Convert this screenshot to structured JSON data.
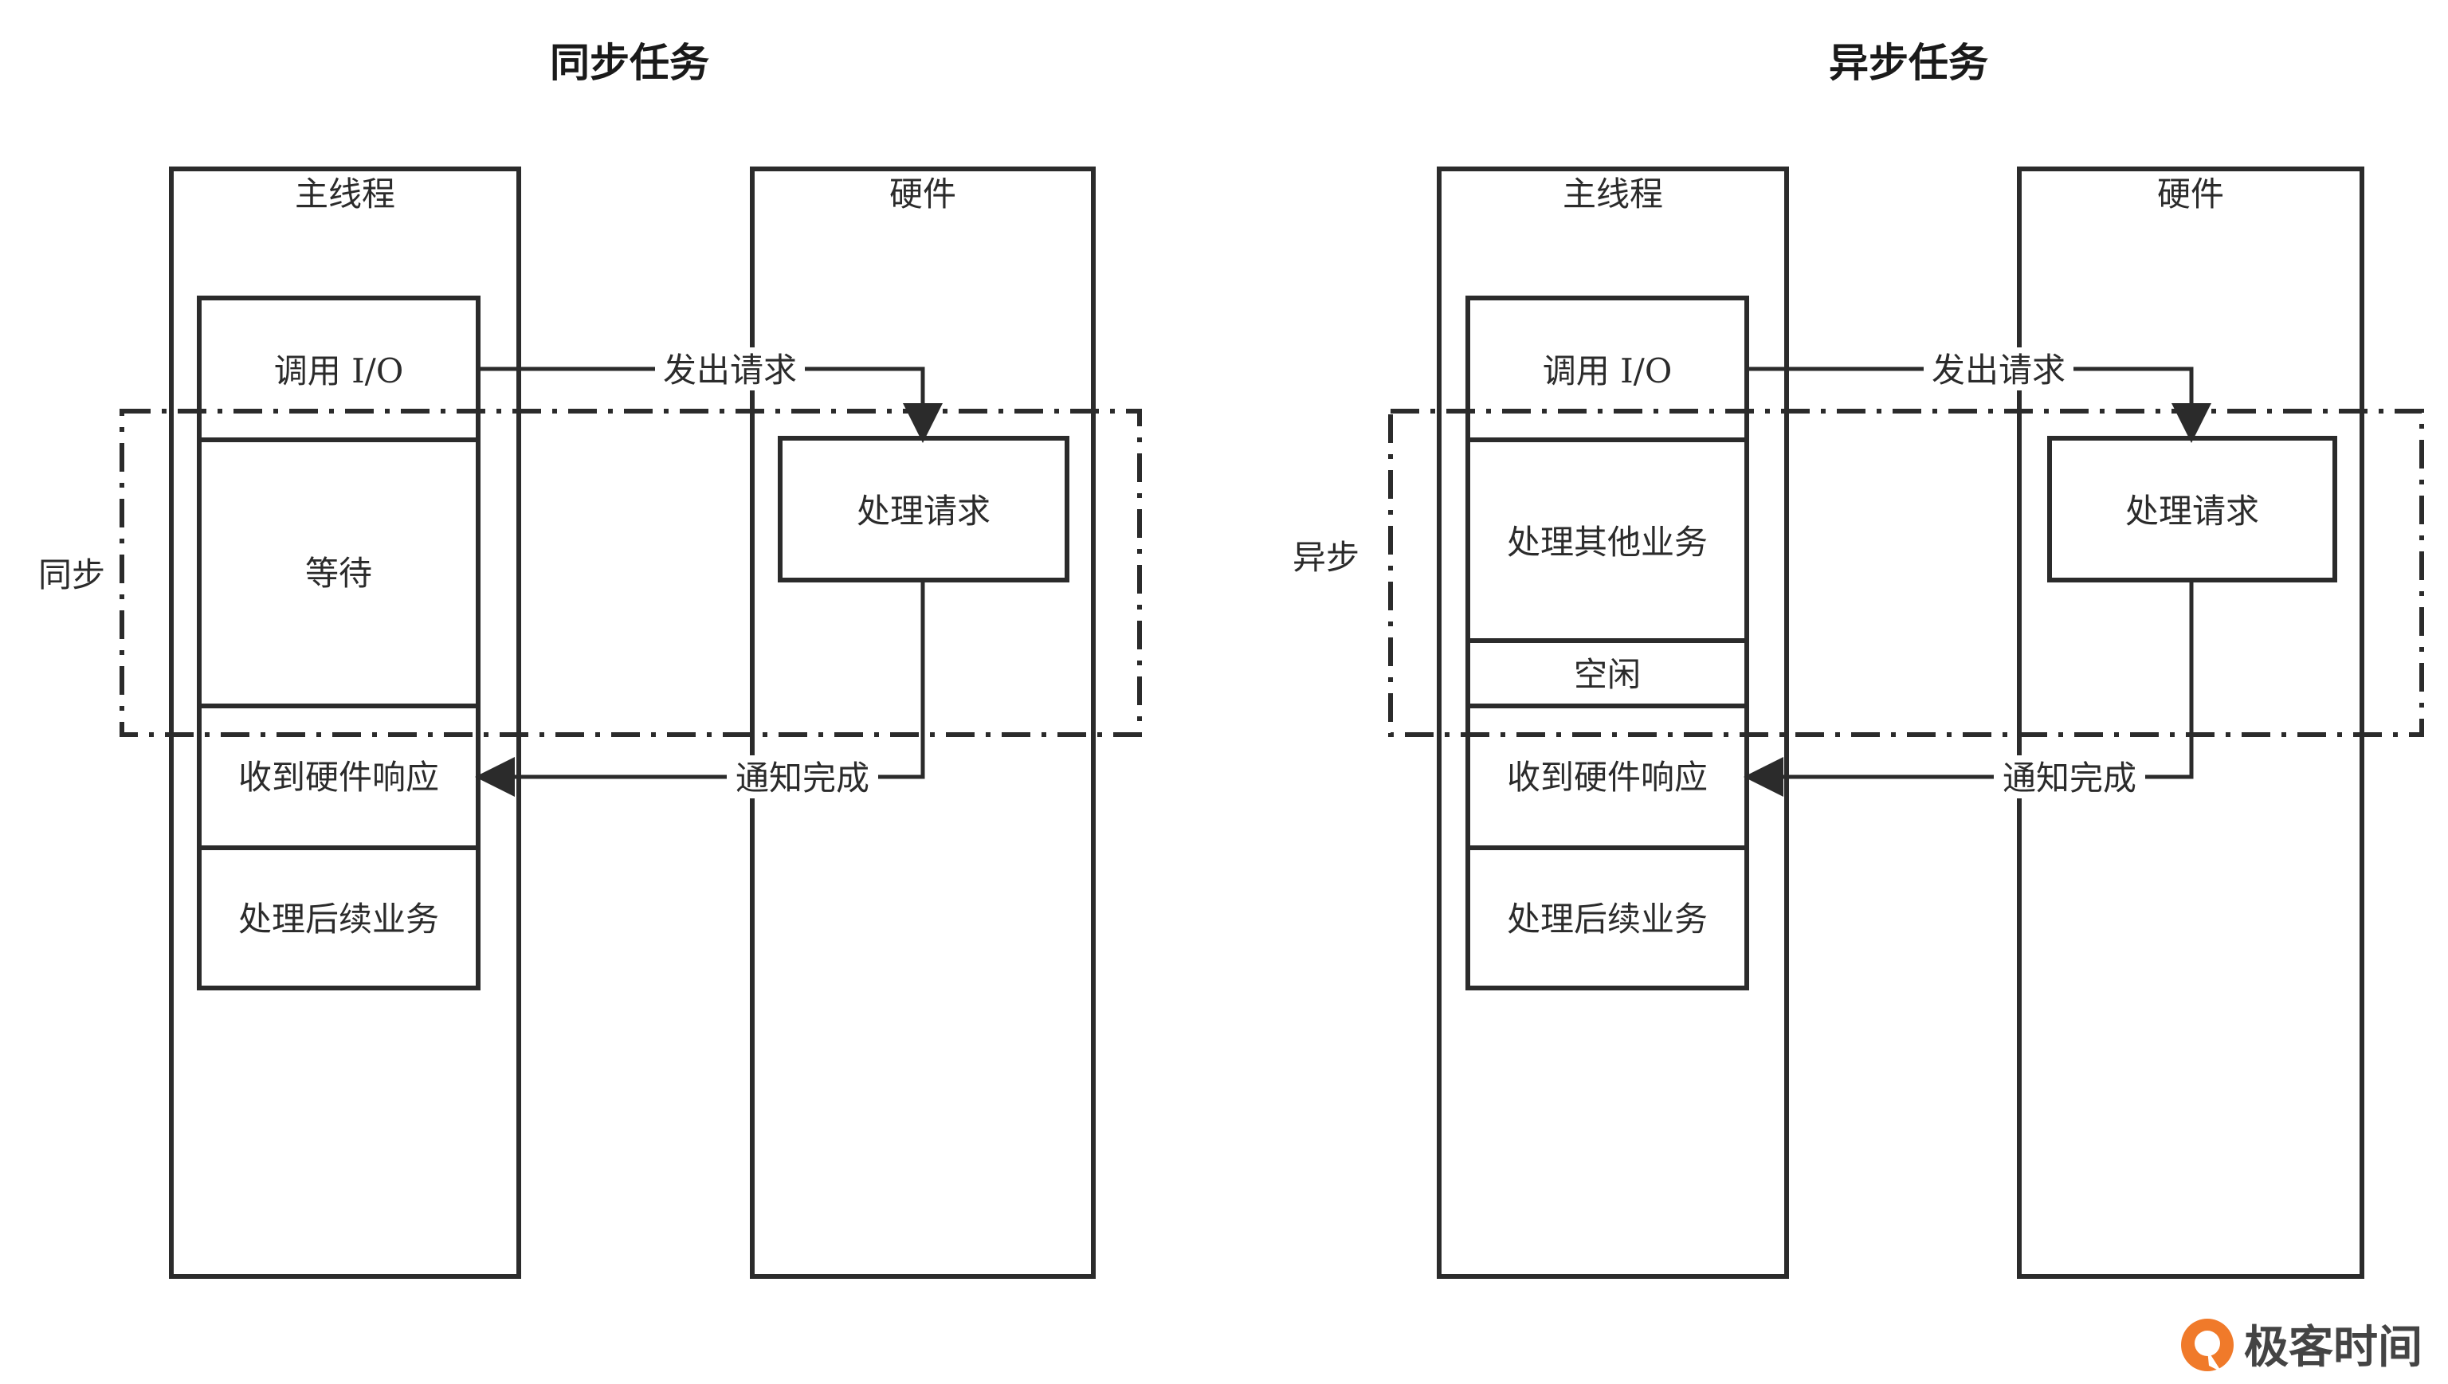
{
  "colors": {
    "wait_green": "#52c08a",
    "busy_blue": "#5ea8f8",
    "stroke": "#2b2b2b",
    "brand_orange": "#f07a2a"
  },
  "sync": {
    "title": "同步任务",
    "main_thread_label": "主线程",
    "hardware_label": "硬件",
    "region_label": "同步",
    "call_io": "调用 I/O",
    "wait": "等待",
    "receive_response": "收到硬件响应",
    "post_process": "处理后续业务",
    "handle_request": "处理请求",
    "send_request": "发出请求",
    "notify_done": "通知完成"
  },
  "async": {
    "title": "异步任务",
    "main_thread_label": "主线程",
    "hardware_label": "硬件",
    "region_label": "异步",
    "call_io": "调用 I/O",
    "other_work": "处理其他业务",
    "idle": "空闲",
    "receive_response": "收到硬件响应",
    "post_process": "处理后续业务",
    "handle_request": "处理请求",
    "send_request": "发出请求",
    "notify_done": "通知完成"
  },
  "brand": {
    "name": "极客时间",
    "logo_icon": "geektime-logo-icon"
  }
}
